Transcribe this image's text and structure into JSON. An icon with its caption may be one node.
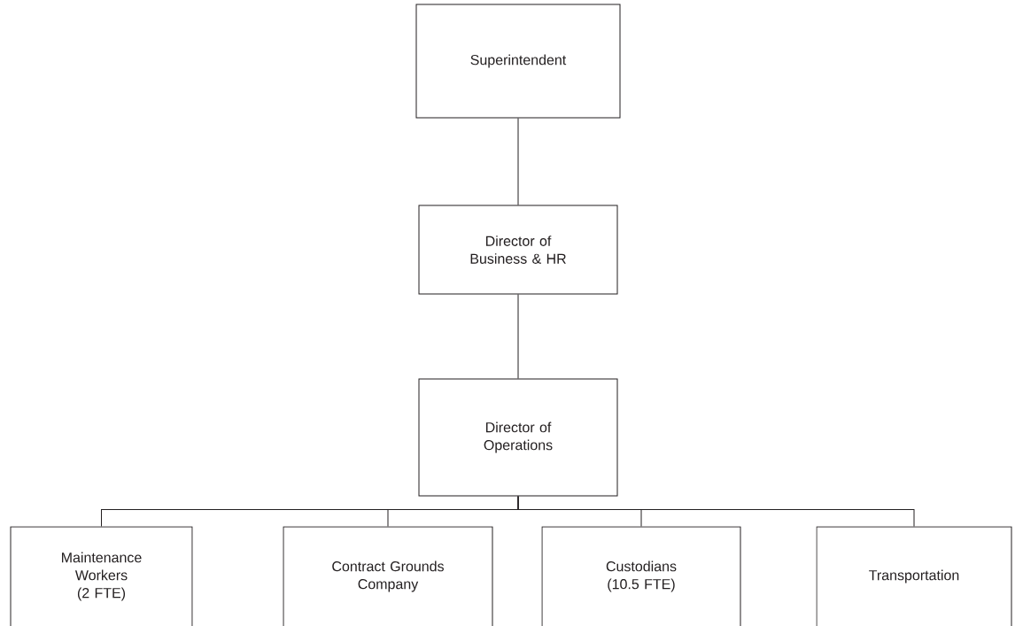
{
  "diagram": {
    "nodes": [
      {
        "text": [
          "Superintendent"
        ]
      },
      {
        "text": [
          "Director of Business & HR"
        ]
      },
      {
        "text": [
          "Director of Operations"
        ]
      },
      {
        "text": [
          "Maintenance Workers",
          "(2 FTE)"
        ]
      },
      {
        "text": [
          "Contract Grounds Company"
        ]
      },
      {
        "text": [
          "Custodians",
          "(10.5 FTE)"
        ]
      },
      {
        "text": [
          "Transportation"
        ]
      }
    ],
    "edges": [
      {
        "from": 0,
        "to": 1,
        "arrow": "none"
      },
      {
        "from": 1,
        "to": 2,
        "arrow": "none"
      },
      {
        "from": 2,
        "to": 3,
        "arrow": "none"
      },
      {
        "from": 2,
        "to": 4,
        "arrow": "none"
      },
      {
        "from": 2,
        "to": 5,
        "arrow": "none"
      },
      {
        "from": 2,
        "to": 6,
        "arrow": "none"
      }
    ]
  }
}
